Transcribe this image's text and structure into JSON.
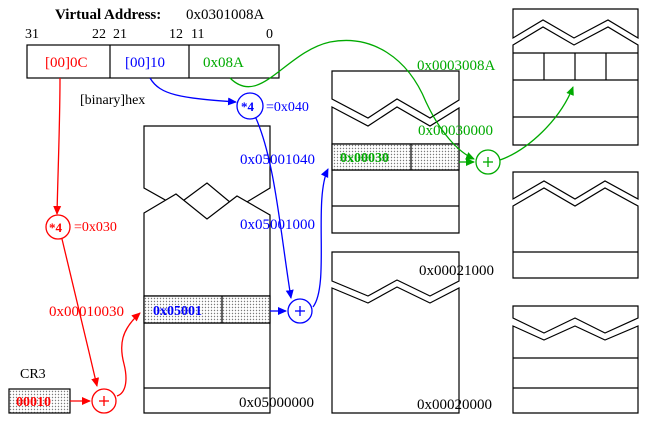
{
  "virtual_address": {
    "label": "Virtual Address:",
    "value": "0x0301008A",
    "bit_labels": [
      "31",
      "22",
      "21",
      "12",
      "11",
      "0"
    ],
    "fields": [
      "[00]0C",
      "[00]10",
      "0x08A"
    ],
    "notation_label": "[binary]hex"
  },
  "colors": {
    "red": "#ff0000",
    "blue": "#0000ff",
    "green": "#00aa00",
    "black": "#000000"
  },
  "cr3": {
    "label": "CR3",
    "value": "00010"
  },
  "page_directory": {
    "multiplier": "*4",
    "offset_label": "=0x030",
    "entry_address": "0x00010030",
    "entry_value": "0x05001"
  },
  "page_table": {
    "multiplier": "*4",
    "offset_label": "=0x040",
    "entry_address": "0x05001040",
    "base_address": "0x05001000",
    "table_base": "0x05000000",
    "entry_value": "0x00030"
  },
  "page_frame": {
    "frame_base": "0x00030000",
    "physical_address": "0x0003008A"
  },
  "memory_addresses": [
    "0x00021000",
    "0x00020000"
  ],
  "icons": [
    "adder-icon",
    "multiply-circle-icon"
  ]
}
